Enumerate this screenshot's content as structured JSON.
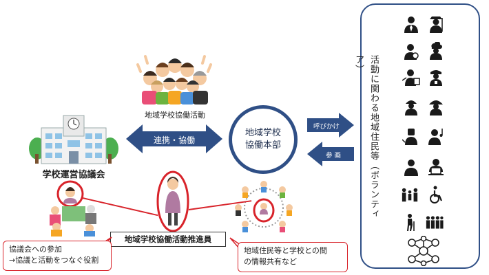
{
  "activity_label": "地域学校協働活動",
  "link_arrow_label": "連携・協働",
  "school_label": "学校運営協議会",
  "hq_label": "地域学校\n協働本部",
  "call_arrow_label": "呼びかけ",
  "join_arrow_label": "参 画",
  "volunteer_title": "活動に関わる地域住民等（ボランティア）",
  "coordinator_label": "地域学校協働活動推進員",
  "callout_left": {
    "line1": "協議会への参加",
    "line2": "→協議と活動をつなぐ役割"
  },
  "callout_right": {
    "line1": "地域住民等と学校との間",
    "line2": "の情報共有など"
  },
  "colors": {
    "navy": "#2f4f86",
    "red": "#d8232a",
    "icon": "#1a1a1a"
  },
  "volunteer_icons": [
    "businessperson-icon",
    "farmer-icon",
    "doctor-icon",
    "chef-icon",
    "teacher-icon",
    "police-icon",
    "construction-worker-icon",
    "firefighter-icon",
    "welder-icon",
    "musician-icon",
    "office-worker-icon",
    "programmer-icon",
    "family-icon",
    "wheelchair-icon",
    "elderly-icon",
    "group-icon",
    "network-icon"
  ]
}
